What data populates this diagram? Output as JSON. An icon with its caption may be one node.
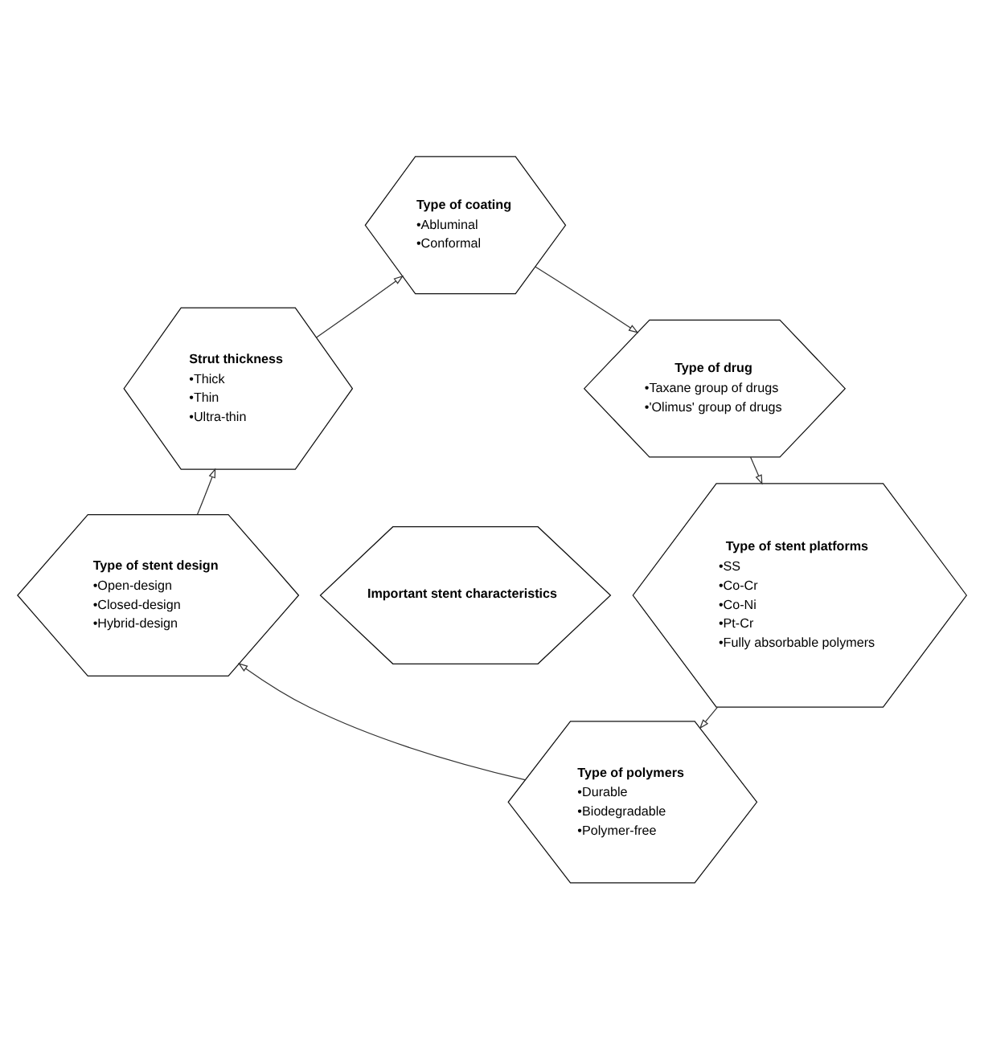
{
  "diagram": {
    "nodes": [
      {
        "text": [
          "Important stent characteristics"
        ]
      },
      {
        "text": [
          "Type of coating",
          "•Abluminal",
          "•Conformal"
        ]
      },
      {
        "text": [
          "Type of drug",
          "•Taxane group of drugs",
          "•'Olimus' group of drugs"
        ]
      },
      {
        "text": [
          "Type of stent platforms",
          "•SS",
          "•Co-Cr",
          "•Co-Ni",
          "•Pt-Cr",
          "•Fully absorbable polymers"
        ]
      },
      {
        "text": [
          "Type of polymers",
          "•Durable",
          "•Biodegradable",
          "•Polymer-free"
        ]
      },
      {
        "text": [
          "Type of stent design",
          "•Open-design",
          "•Closed-design",
          "•Hybrid-design"
        ]
      },
      {
        "text": [
          "Strut thickness",
          "•Thick",
          "•Thin",
          "•Ultra-thin"
        ]
      }
    ],
    "edges": [
      {
        "from": 1,
        "to": 2,
        "arrow": "to"
      },
      {
        "from": 2,
        "to": 3,
        "arrow": "to"
      },
      {
        "from": 3,
        "to": 4,
        "arrow": "to"
      },
      {
        "from": 4,
        "to": 5,
        "arrow": "to"
      },
      {
        "from": 5,
        "to": 6,
        "arrow": "to"
      },
      {
        "from": 6,
        "to": 1,
        "arrow": "to"
      }
    ]
  }
}
